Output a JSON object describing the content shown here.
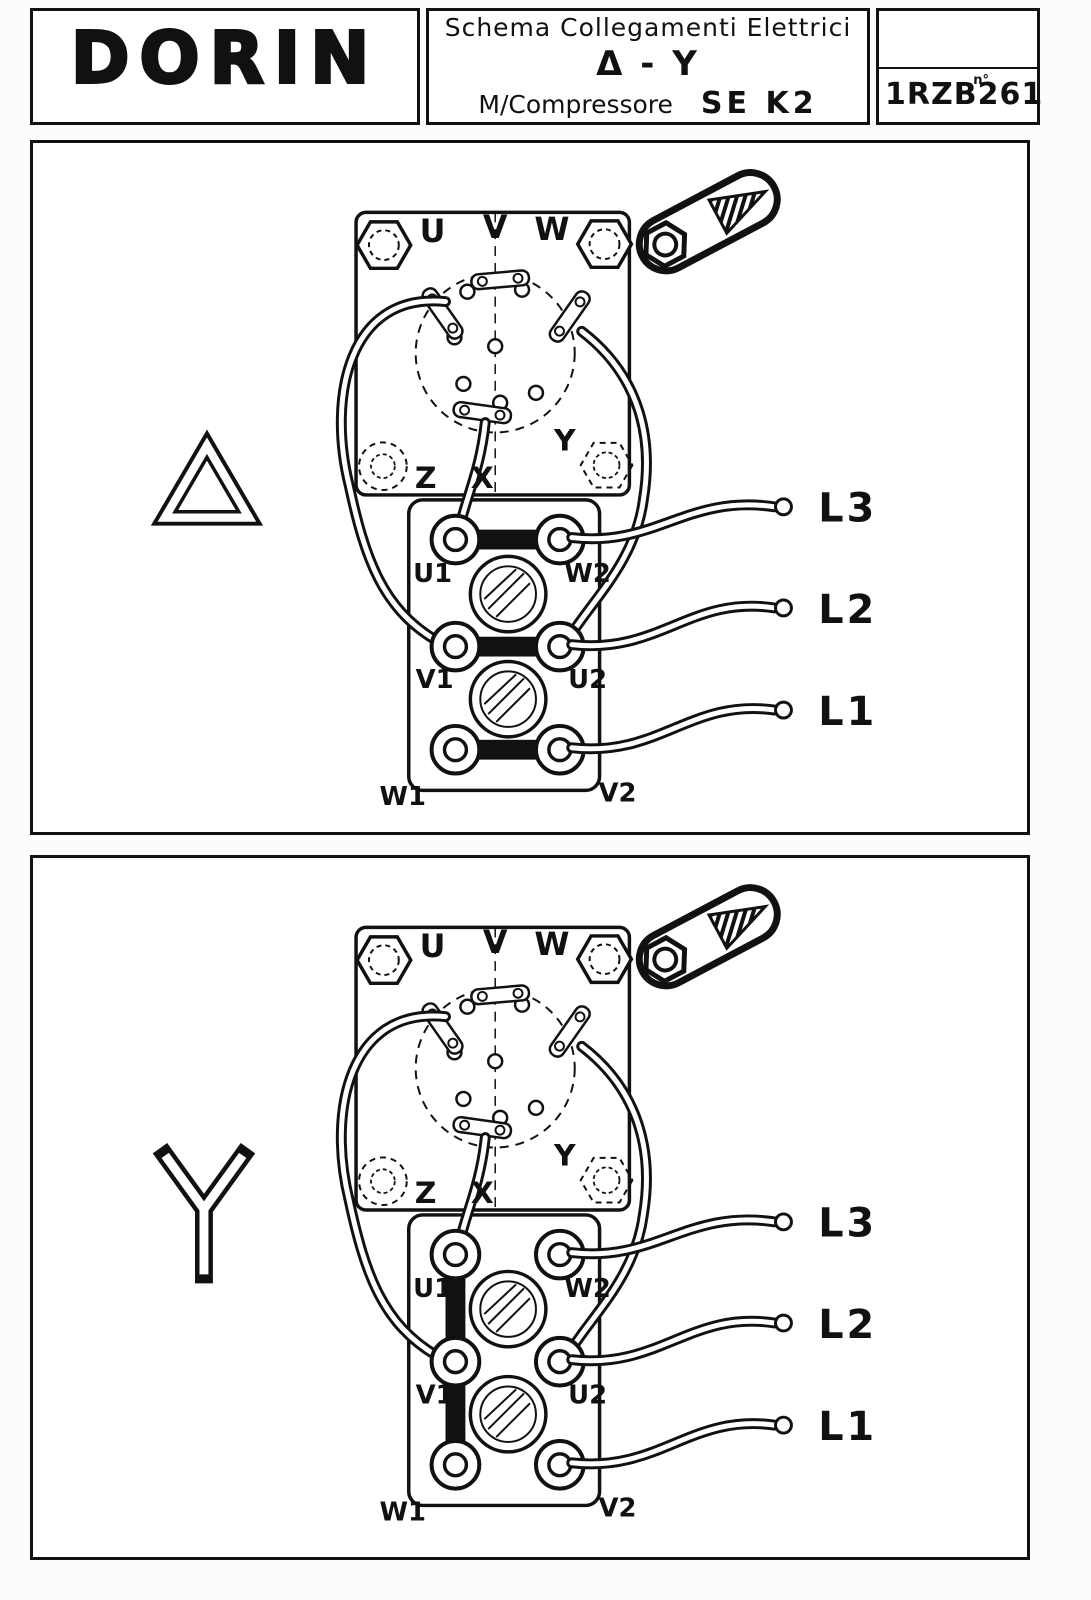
{
  "header": {
    "brand": "DORIN",
    "title_line1": "Schema Collegamenti Elettrici",
    "title_symbols": "Δ - Y",
    "title_line2": "M/Compressore",
    "title_model": "SE K2",
    "doc_label": "n°",
    "doc_number": "1RZB261"
  },
  "delta": {
    "top": {
      "u": "U",
      "v": "V",
      "w": "W"
    },
    "mid": {
      "z": "Z",
      "x": "X",
      "y": "Y"
    },
    "terminals": {
      "u1": "U1",
      "w2": "W2",
      "v1": "V1",
      "u2": "U2",
      "w1": "W1",
      "v2": "V2"
    },
    "lines": {
      "l3": "L3",
      "l2": "L2",
      "l1": "L1"
    }
  },
  "star": {
    "top": {
      "u": "U",
      "v": "V",
      "w": "W"
    },
    "mid": {
      "z": "Z",
      "x": "X",
      "y": "Y"
    },
    "terminals": {
      "u1": "U1",
      "w2": "W2",
      "v1": "V1",
      "u2": "U2",
      "w1": "W1",
      "v2": "V2"
    },
    "lines": {
      "l3": "L3",
      "l2": "L2",
      "l1": "L1"
    }
  }
}
